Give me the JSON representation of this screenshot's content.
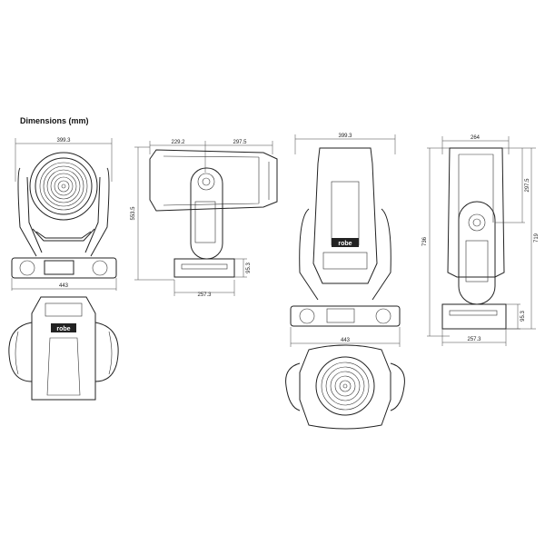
{
  "title": "Dimensions (mm)",
  "brand_logo": "robe",
  "views": {
    "front": {
      "width": "399.3",
      "base_width": "443"
    },
    "side": {
      "head_front": "229.2",
      "head_rear": "297.5",
      "height": "553.5",
      "base_height": "95.3",
      "base_depth": "257.3"
    },
    "rear": {
      "width": "399.3",
      "base_width": "443"
    },
    "side_tilted": {
      "width": "264",
      "rear_length": "297.5",
      "height_total": "736",
      "height": "719",
      "base_height": "95.3",
      "base_depth": "257.3"
    }
  }
}
